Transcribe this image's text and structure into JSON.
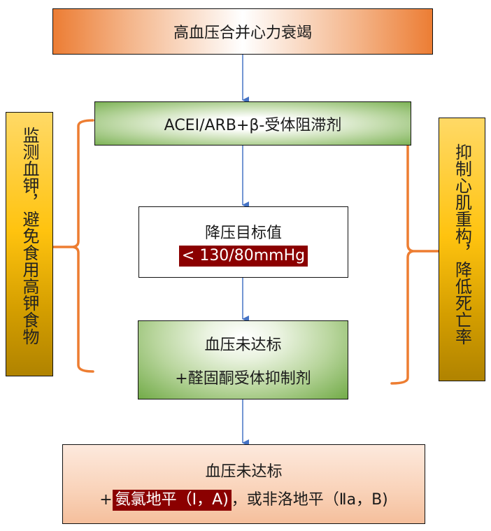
{
  "diagram": {
    "title_box": {
      "text": "高血压合并心力衰竭"
    },
    "step1": {
      "text": "ACEI/ARB+β-受体阻滞剂"
    },
    "target": {
      "label": "降压目标值",
      "value": "< 130/80mmHg"
    },
    "step2": {
      "condition": "血压未达标",
      "action": "+醛固酮受体抑制剂"
    },
    "step3": {
      "condition": "血压未达标",
      "action_prefix": "+",
      "action_highlight": "氨氯地平（Ⅰ，A)",
      "action_rest": "，或非洛地平（Ⅱa，B)"
    },
    "left_note": {
      "text": "监测血钾，避免食用高钾食物"
    },
    "right_note": {
      "text": "抑制心肌重构，降低死亡率"
    }
  },
  "colors": {
    "title_box_edge": "#ec7d34",
    "green_box_edge": "#72ab48",
    "highlight_bg": "#8b0000",
    "side_note_top": "#ffd966",
    "side_note_bottom": "#b08300",
    "bottom_box": "#f5bf9c",
    "brace": "#ed7d31",
    "arrow": "#4472c4"
  }
}
